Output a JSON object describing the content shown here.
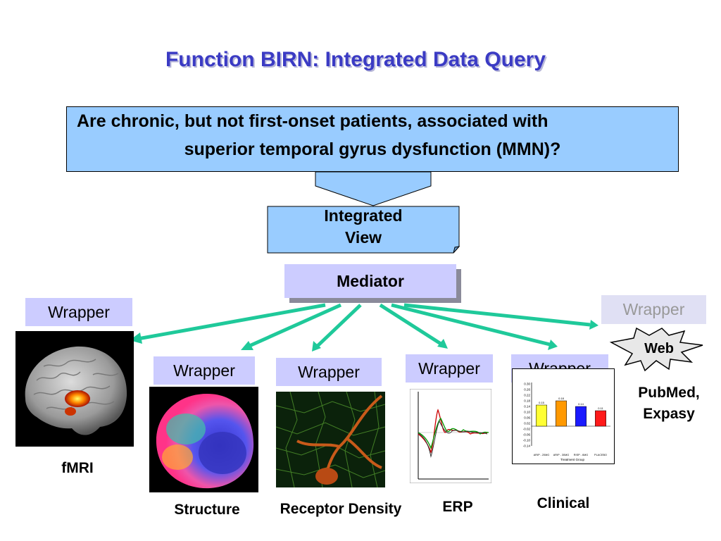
{
  "title": "Function BIRN: Integrated Data Query",
  "question": {
    "line1": "Are chronic, but not first-onset patients, associated with",
    "line2": "superior temporal gyrus dysfunction (MMN)?"
  },
  "integrated_view": {
    "line1": "Integrated",
    "line2": "View"
  },
  "mediator": "Mediator",
  "wrappers": {
    "fmri": "Wrapper",
    "structure": "Wrapper",
    "receptor": "Wrapper",
    "erp": "Wrapper",
    "clinical": "Wrapper",
    "web": "Wrapper"
  },
  "web_burst": "Web",
  "captions": {
    "fmri": "fMRI",
    "structure": "Structure",
    "receptor": "Receptor Density",
    "erp": "ERP",
    "clinical": "Clinical",
    "web": {
      "line1": "PubMed,",
      "line2": "Expasy"
    }
  },
  "colors": {
    "title": "#3b3bc4",
    "question_box": "#99ccff",
    "wrapper_box": "#ccccff",
    "arrow": "#1fc99a",
    "bar_colors": [
      "#ffff33",
      "#ff9900",
      "#1a1aff",
      "#ff1a1a"
    ]
  },
  "chart_data": {
    "type": "bar",
    "categories": [
      "ARIP - 20MG",
      "ARIP - 30MG",
      "RISP - 6MG",
      "PLACEBO"
    ],
    "values": [
      0.15,
      0.18,
      0.14,
      0.11
    ],
    "xlabel": "Treatment Group",
    "ylim": [
      -0.14,
      0.3
    ],
    "yticks": [
      0.3,
      0.26,
      0.22,
      0.18,
      0.14,
      0.1,
      0.06,
      0.02,
      -0.02,
      -0.06,
      -0.1,
      -0.14
    ],
    "data_labels": [
      "0.15",
      "0.18",
      "0.14",
      "0.11"
    ]
  }
}
